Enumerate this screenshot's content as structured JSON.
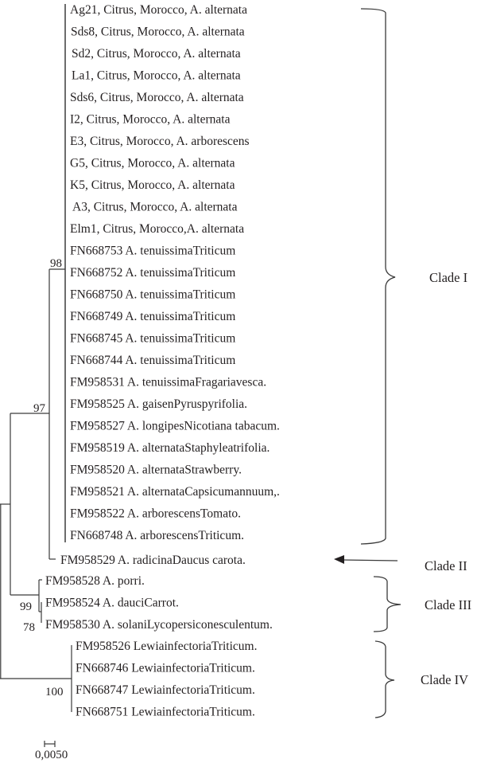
{
  "figure": {
    "type": "phylogenetic-tree",
    "scale_bar": {
      "label": "0,0050",
      "value": 0.005
    }
  },
  "clades": [
    {
      "id": "I",
      "label": "Clade I",
      "bootstrap": "98",
      "taxa": [
        "Ag21, Citrus, Morocco, A. alternata",
        "Sds8, Citrus, Morocco, A. alternata",
        "Sd2, Citrus, Morocco, A. alternata",
        "La1, Citrus, Morocco, A. alternata",
        "Sds6, Citrus, Morocco, A. alternata",
        "I2, Citrus, Morocco, A. alternata",
        "E3, Citrus, Morocco, A. arborescens",
        "G5, Citrus, Morocco, A. alternata",
        "K5, Citrus, Morocco, A. alternata",
        "A3, Citrus, Morocco, A. alternata",
        "Elm1, Citrus, Morocco,A. alternata",
        "FN668753 A. tenuissimaTriticum",
        "FN668752 A. tenuissimaTriticum",
        "FN668750 A. tenuissimaTriticum",
        "FN668749 A. tenuissimaTriticum",
        "FN668745 A. tenuissimaTriticum",
        "FN668744 A. tenuissimaTriticum",
        "FM958531 A. tenuissimaFragariavesca.",
        "FM958525 A. gaisenPyruspyrifolia.",
        "FM958527 A. longipesNicotiana tabacum.",
        "FM958519 A. alternataStaphyleatrifolia.",
        "FM958520 A. alternataStrawberry.",
        "FM958521 A. alternataCapsicumannuum,.",
        "FM958522 A. arborescensTomato.",
        "FN668748 A. arborescensTriticum."
      ]
    },
    {
      "id": "II",
      "label": "Clade II",
      "taxa": [
        "FM958529 A. radicinaDaucus carota."
      ]
    },
    {
      "id": "III",
      "label": "Clade III",
      "bootstrap": "99",
      "inner_bootstrap": "78",
      "taxa": [
        "FM958528 A. porri.",
        "FM958524 A. dauciCarrot.",
        "FM958530 A. solaniLycopersiconesculentum."
      ]
    },
    {
      "id": "IV",
      "label": "Clade IV",
      "bootstrap": "100",
      "taxa": [
        "FM958526 LewiainfectoriaTriticum.",
        "FN668746 LewiainfectoriaTriticum.",
        "FN668747 LewiainfectoriaTriticum.",
        "FN668751 LewiainfectoriaTriticum."
      ]
    }
  ],
  "internal_nodes": {
    "clade_I_II_bootstrap": "97"
  }
}
